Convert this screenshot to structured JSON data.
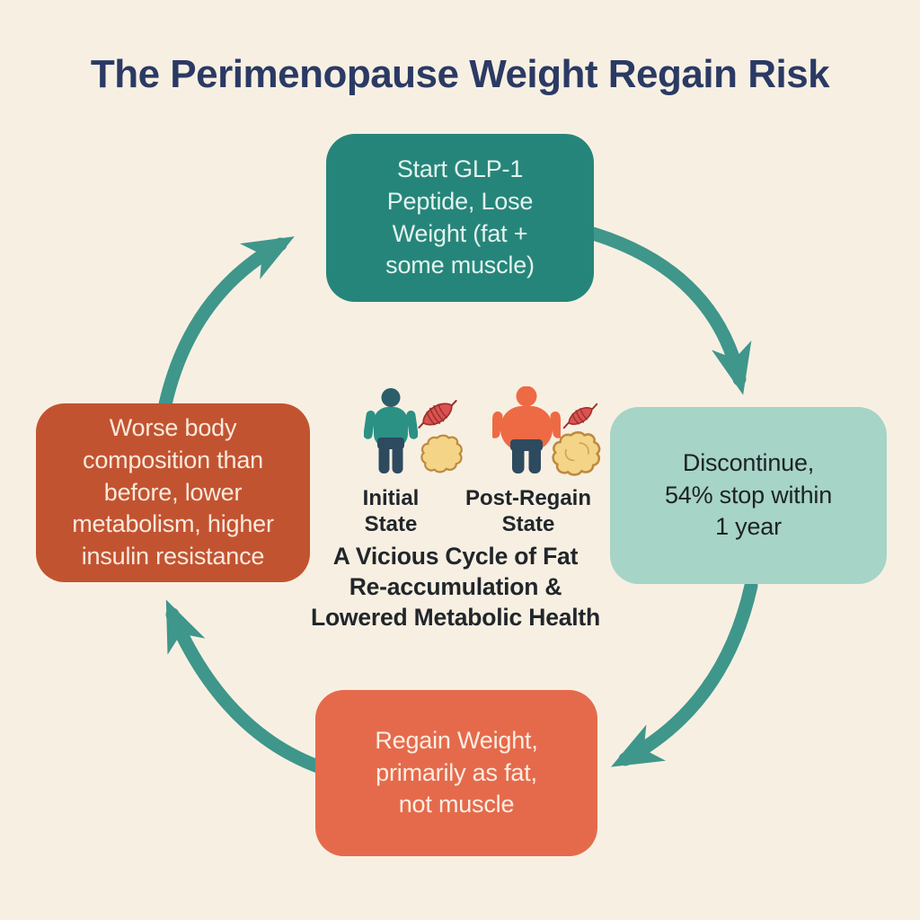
{
  "title": "The Perimenopause Weight Regain Risk",
  "palette": {
    "background": "#f7f0e2",
    "title_text": "#2b3a64",
    "arrow": "#3f968b",
    "node_top_bg": "#26857a",
    "node_top_text": "#e3f3ee",
    "node_right_bg": "#a6d4c7",
    "node_right_text": "#1d2226",
    "node_bottom_bg": "#e56a4c",
    "node_bottom_text": "#fbeee2",
    "node_left_bg": "#c25331",
    "node_left_text": "#f9e9dd",
    "caption_text": "#22262b",
    "person_initial_top": "#2a9184",
    "person_initial_head": "#2b5e6a",
    "person_pants": "#2e4a5f",
    "person_post_top": "#ee6a45",
    "muscle_fill": "#d95352",
    "muscle_stroke": "#9e2f2c",
    "fat_fill": "#f4d588",
    "fat_stroke": "#bf8a3d"
  },
  "cycle": {
    "direction": "clockwise",
    "nodes": [
      {
        "id": "start-glp1",
        "position": "top",
        "label": "Start GLP-1\nPeptide, Lose\nWeight (fat +\nsome muscle)"
      },
      {
        "id": "discontinue",
        "position": "right",
        "label": "Discontinue,\n54% stop within\n1 year"
      },
      {
        "id": "regain-weight",
        "position": "bottom",
        "label": "Regain Weight,\nprimarily as fat,\nnot muscle"
      },
      {
        "id": "worse-composition",
        "position": "left",
        "label": "Worse body\ncomposition than\nbefore, lower\nmetabolism, higher\ninsulin resistance"
      }
    ]
  },
  "center": {
    "states": [
      {
        "label": "Initial\nState",
        "icons": [
          "person-initial-icon",
          "muscle-icon",
          "fat-blob-icon"
        ]
      },
      {
        "label": "Post-Regain\nState",
        "icons": [
          "person-post-regain-icon",
          "muscle-icon",
          "fat-blob-icon"
        ]
      }
    ],
    "caption": "A Vicious Cycle of Fat\nRe-accumulation &\nLowered Metabolic Health"
  }
}
